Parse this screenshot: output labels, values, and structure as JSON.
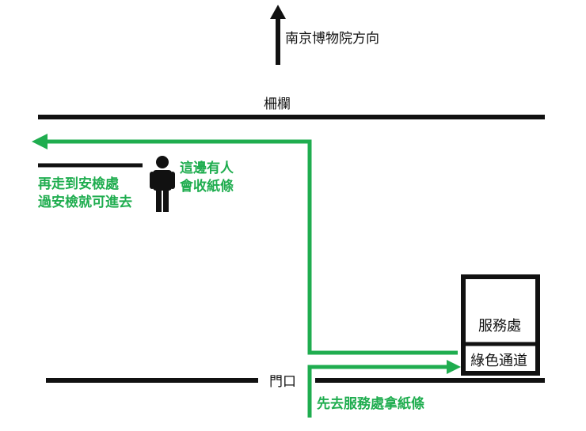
{
  "colors": {
    "route_green": "#1fad4f",
    "line_black": "#111111",
    "background": "#ffffff"
  },
  "icons": {
    "person": "person-icon"
  },
  "labels": {
    "museum_direction": "南京博物院方向",
    "fence": "柵欄",
    "gate": "門口",
    "service_desk": "服務處",
    "green_channel": "綠色通道",
    "person_note_line1": "這邊有人",
    "person_note_line2": "會收紙條",
    "security_line1": "再走到安檢處",
    "security_line2": "過安檢就可進去",
    "first_step": "先去服務處拿紙條"
  }
}
